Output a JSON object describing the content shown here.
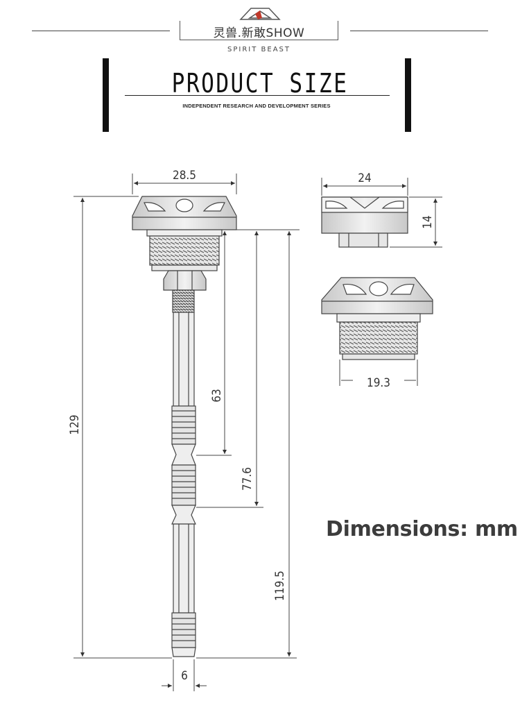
{
  "header": {
    "brand_name": "灵兽.新敢SHOW",
    "brand_tagline": "SPIRIT BEAST",
    "title": "PRODUCT SIZE",
    "subtitle": "INDEPENDENT RESEARCH AND DEVELOPMENT SERIES"
  },
  "dimensions": {
    "top_width": "28.5",
    "cap_width": "24",
    "cap_height": "14",
    "thread_diameter": "19.3",
    "total_length": "129",
    "length_63": "63",
    "length_77_6": "77.6",
    "length_119_5": "119.5",
    "rod_width": "6"
  },
  "units_label": "Dimensions: mm",
  "colors": {
    "line": "#444444",
    "metal": "#dcdcdc",
    "text": "#333333"
  }
}
